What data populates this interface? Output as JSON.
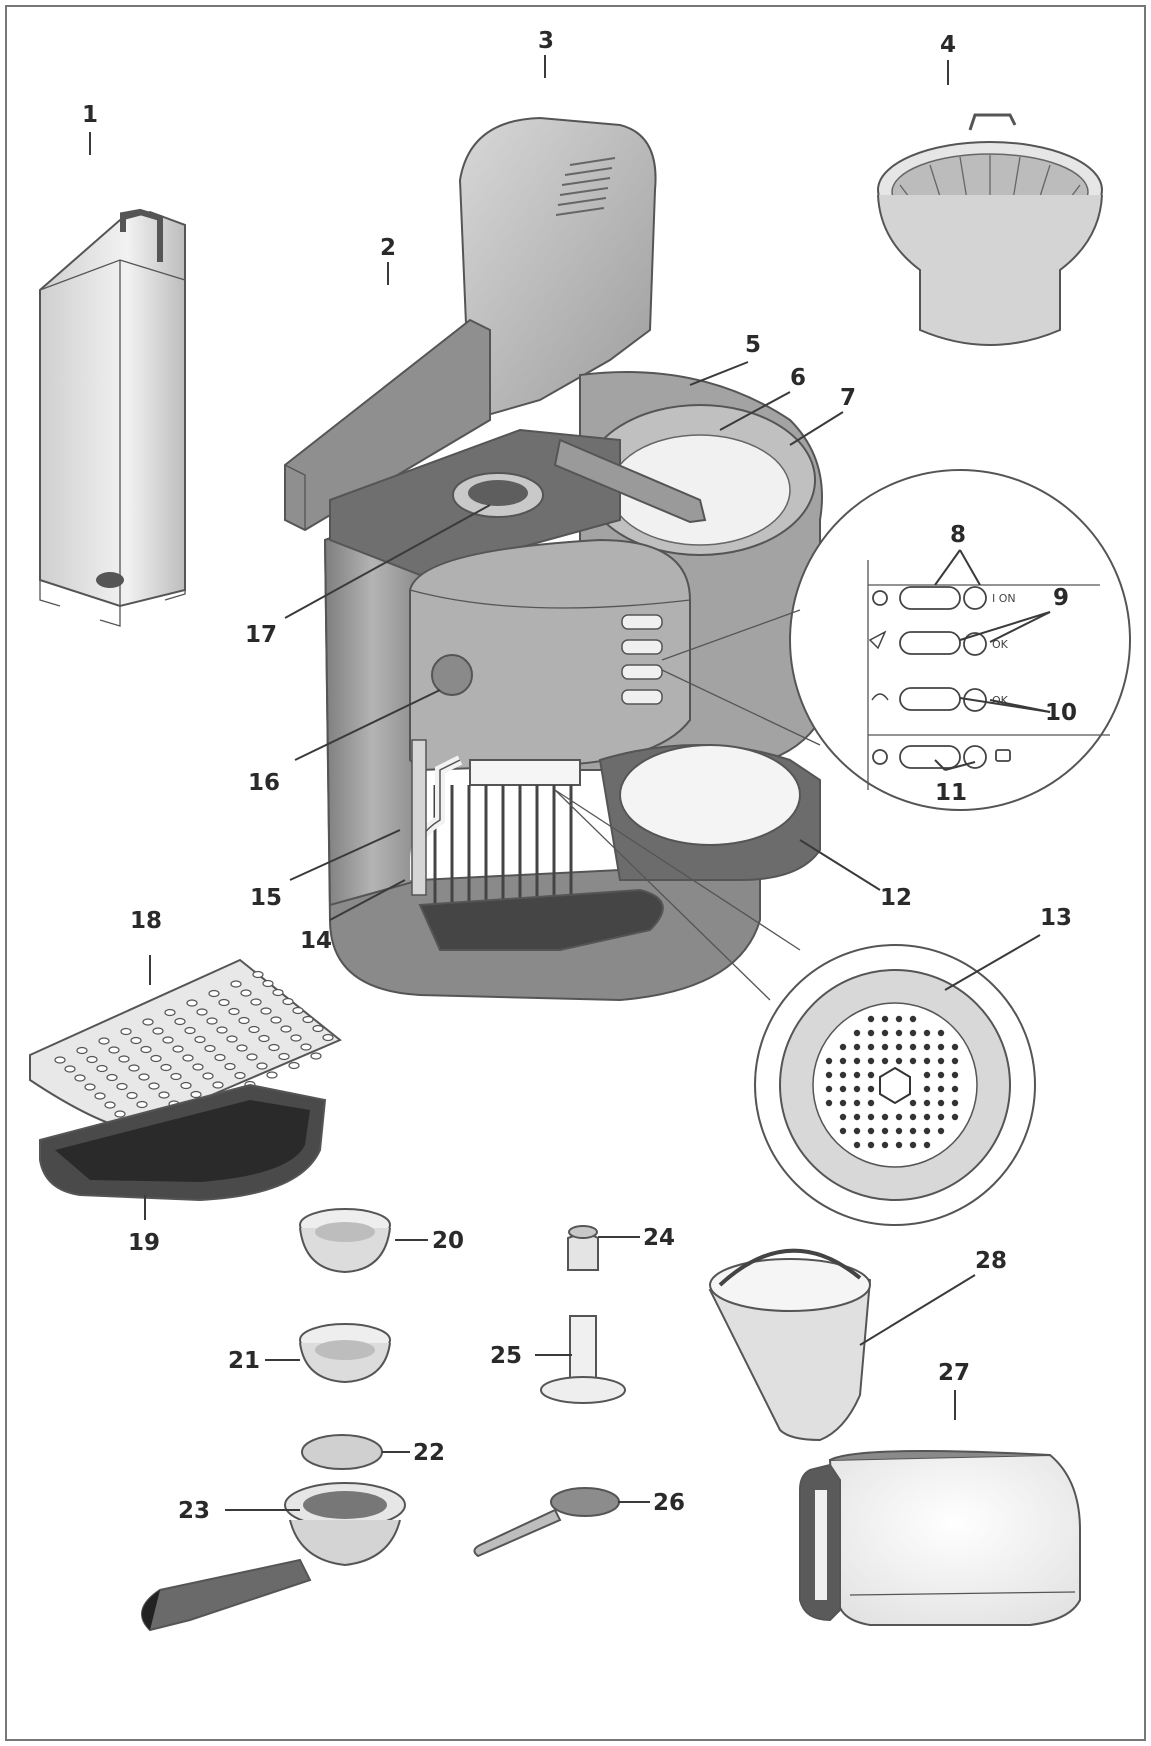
{
  "labels": {
    "1": "1",
    "2": "2",
    "3": "3",
    "4": "4",
    "5": "5",
    "6": "6",
    "7": "7",
    "8": "8",
    "9": "9",
    "10": "10",
    "11": "11",
    "12": "12",
    "13": "13",
    "14": "14",
    "15": "15",
    "16": "16",
    "17": "17",
    "18": "18",
    "19": "19",
    "20": "20",
    "21": "21",
    "22": "22",
    "23": "23",
    "24": "24",
    "25": "25",
    "26": "26",
    "27": "27",
    "28": "28"
  },
  "panel": {
    "on_label": "I ON",
    "ok_label_1": "OK",
    "ok_label_2": "OK"
  },
  "colors": {
    "outline": "#555555",
    "body_grey": "#9a9a9a",
    "dark_grey": "#5c5c5c",
    "light_grey": "#d9d9d9",
    "white": "#ffffff"
  }
}
